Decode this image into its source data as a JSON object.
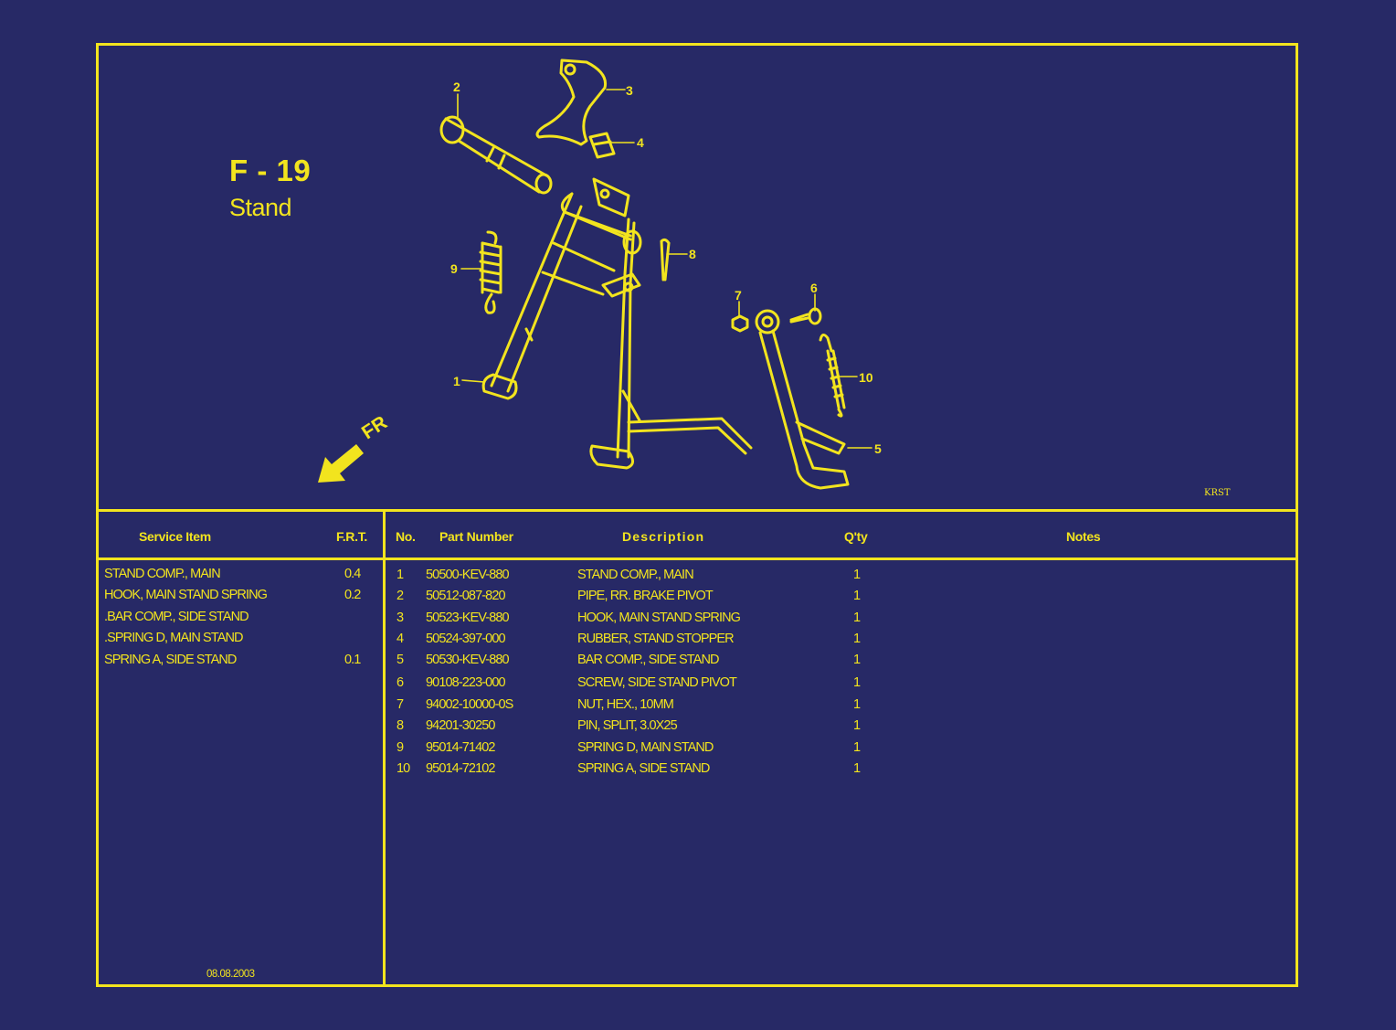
{
  "page": {
    "code": "F - 19",
    "title": "Stand",
    "drawing_ref": "KRST",
    "date": "08.08.2003",
    "direction_label": "FR"
  },
  "colors": {
    "background": "#272966",
    "line": "#f2e41e"
  },
  "headers": {
    "service_item": "Service Item",
    "frt": "F.R.T.",
    "no": "No.",
    "part_number": "Part Number",
    "description": "Description",
    "qty": "Q'ty",
    "notes": "Notes"
  },
  "service_items": [
    {
      "item": "STAND COMP., MAIN",
      "frt": "0.4"
    },
    {
      "item": "HOOK, MAIN STAND SPRING",
      "frt": "0.2"
    },
    {
      "item": ".BAR COMP., SIDE STAND",
      "frt": ""
    },
    {
      "item": ".SPRING D, MAIN STAND",
      "frt": ""
    },
    {
      "item": "SPRING A, SIDE STAND",
      "frt": "0.1"
    }
  ],
  "parts": [
    {
      "no": "1",
      "part_number": "50500-KEV-880",
      "description": "STAND COMP., MAIN",
      "qty": "1"
    },
    {
      "no": "2",
      "part_number": "50512-087-820",
      "description": "PIPE, RR. BRAKE PIVOT",
      "qty": "1"
    },
    {
      "no": "3",
      "part_number": "50523-KEV-880",
      "description": "HOOK, MAIN STAND SPRING",
      "qty": "1"
    },
    {
      "no": "4",
      "part_number": "50524-397-000",
      "description": "RUBBER, STAND STOPPER",
      "qty": "1"
    },
    {
      "no": "5",
      "part_number": "50530-KEV-880",
      "description": "BAR COMP., SIDE STAND",
      "qty": "1"
    },
    {
      "no": "6",
      "part_number": "90108-223-000",
      "description": "SCREW, SIDE STAND PIVOT",
      "qty": "1"
    },
    {
      "no": "7",
      "part_number": "94002-10000-0S",
      "description": "NUT, HEX., 10MM",
      "qty": "1"
    },
    {
      "no": "8",
      "part_number": "94201-30250",
      "description": "PIN, SPLIT, 3.0X25",
      "qty": "1"
    },
    {
      "no": "9",
      "part_number": "95014-71402",
      "description": "SPRING D, MAIN STAND",
      "qty": "1"
    },
    {
      "no": "10",
      "part_number": "95014-72102",
      "description": "SPRING A, SIDE STAND",
      "qty": "1"
    }
  ],
  "callouts": [
    "1",
    "2",
    "3",
    "4",
    "5",
    "6",
    "7",
    "8",
    "9",
    "10"
  ]
}
